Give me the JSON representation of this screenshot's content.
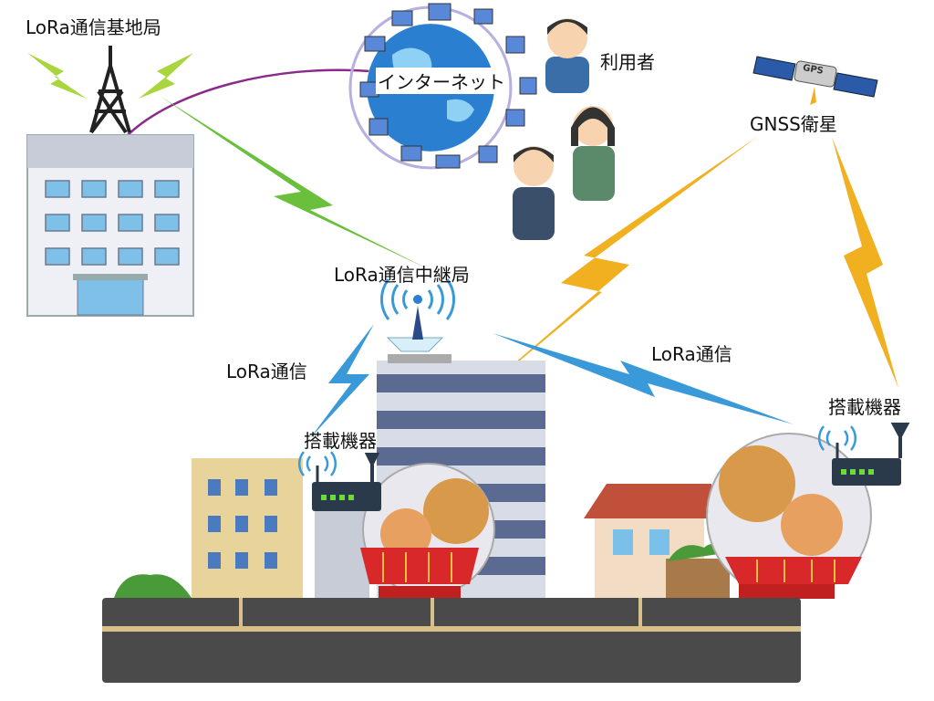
{
  "labels": {
    "base_station": "LoRa通信基地局",
    "internet": "インターネット",
    "users": "利用者",
    "gnss": "GNSS衛星",
    "gps_panel": "GPS",
    "relay": "LoRa通信中継局",
    "lora_left": "LoRa通信",
    "lora_right": "LoRa通信",
    "device_left": "搭載機器",
    "device_right": "搭載機器"
  },
  "colors": {
    "green_bolt": "#6abf3c",
    "blue_bolt": "#3a9ad9",
    "yellow_bolt": "#f0b020",
    "purple_line": "#8a2a8a",
    "road": "#4a4a4a",
    "road_line": "#d8c08a"
  }
}
